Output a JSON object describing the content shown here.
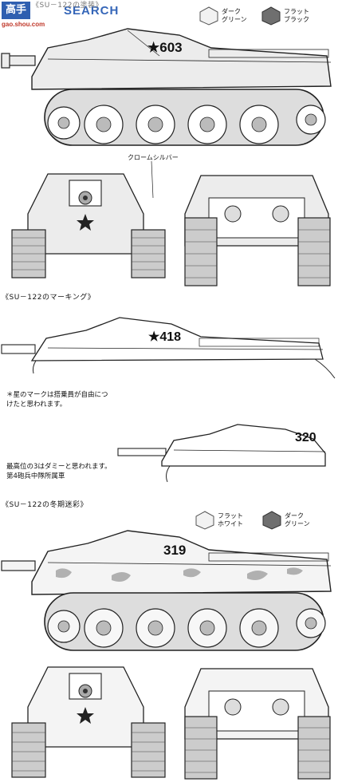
{
  "watermark": {
    "logo_text": "SEARCH",
    "site": "gao.shou.com"
  },
  "section1": {
    "title": "《SU－122の塗装》",
    "legend": [
      {
        "label_line1": "ダーク",
        "label_line2": "グリーン",
        "swatch": "light-hex"
      },
      {
        "label_line1": "フラット",
        "label_line2": "ブラック",
        "swatch": "dark-hex"
      }
    ],
    "side_number": "★603",
    "callout": "クロームシルバー"
  },
  "section2": {
    "title": "《SU－122のマーキング》",
    "marking1": "★418",
    "note1_line1": "＊星のマークは搭乗員が自由につ",
    "note1_line2": "けたと思われます。",
    "marking2": "320",
    "note2_line1": "最高位の3はダミーと思われます。",
    "note2_line2": "第4砲兵中隊所属車"
  },
  "section3": {
    "title": "《SU－122の冬期迷彩》",
    "legend": [
      {
        "label_line1": "フラット",
        "label_line2": "ホワイト",
        "swatch": "light-hex"
      },
      {
        "label_line1": "ダーク",
        "label_line2": "グリーン",
        "swatch": "dark-hex"
      }
    ],
    "side_number": "319"
  },
  "colors": {
    "line": "#222222",
    "hull_fill": "#ececec",
    "dark_swatch": "#6f6f6f",
    "light_swatch": "#f2f2f2",
    "watermark_blue": "#3566b8",
    "watermark_red": "#c0392b"
  }
}
